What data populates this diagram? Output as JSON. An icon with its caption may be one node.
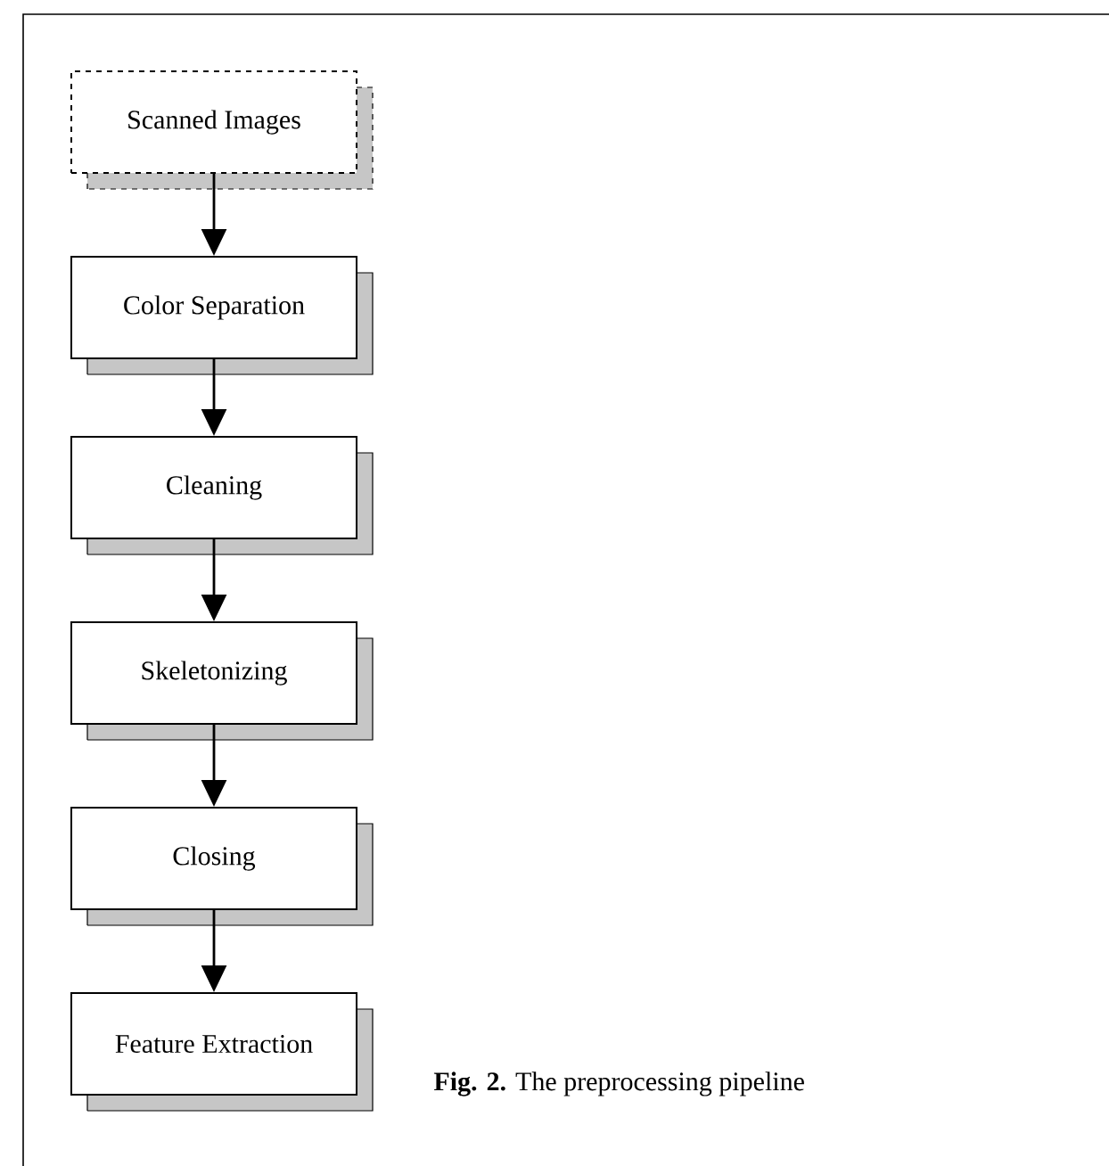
{
  "diagram": {
    "caption": "**Fig. 2.** The preprocessing pipeline",
    "nodes": [
      {
        "text": [
          "Scanned Images"
        ]
      },
      {
        "text": [
          "Color Separation"
        ]
      },
      {
        "text": [
          "Cleaning"
        ]
      },
      {
        "text": [
          "Skeletonizing"
        ]
      },
      {
        "text": [
          "Closing"
        ]
      },
      {
        "text": [
          "Feature Extraction"
        ]
      }
    ],
    "edges": [
      {
        "from": 0,
        "to": 1,
        "arrow": "to"
      },
      {
        "from": 1,
        "to": 2,
        "arrow": "to"
      },
      {
        "from": 2,
        "to": 3,
        "arrow": "to"
      },
      {
        "from": 3,
        "to": 4,
        "arrow": "to"
      },
      {
        "from": 4,
        "to": 5,
        "arrow": "to"
      }
    ]
  }
}
